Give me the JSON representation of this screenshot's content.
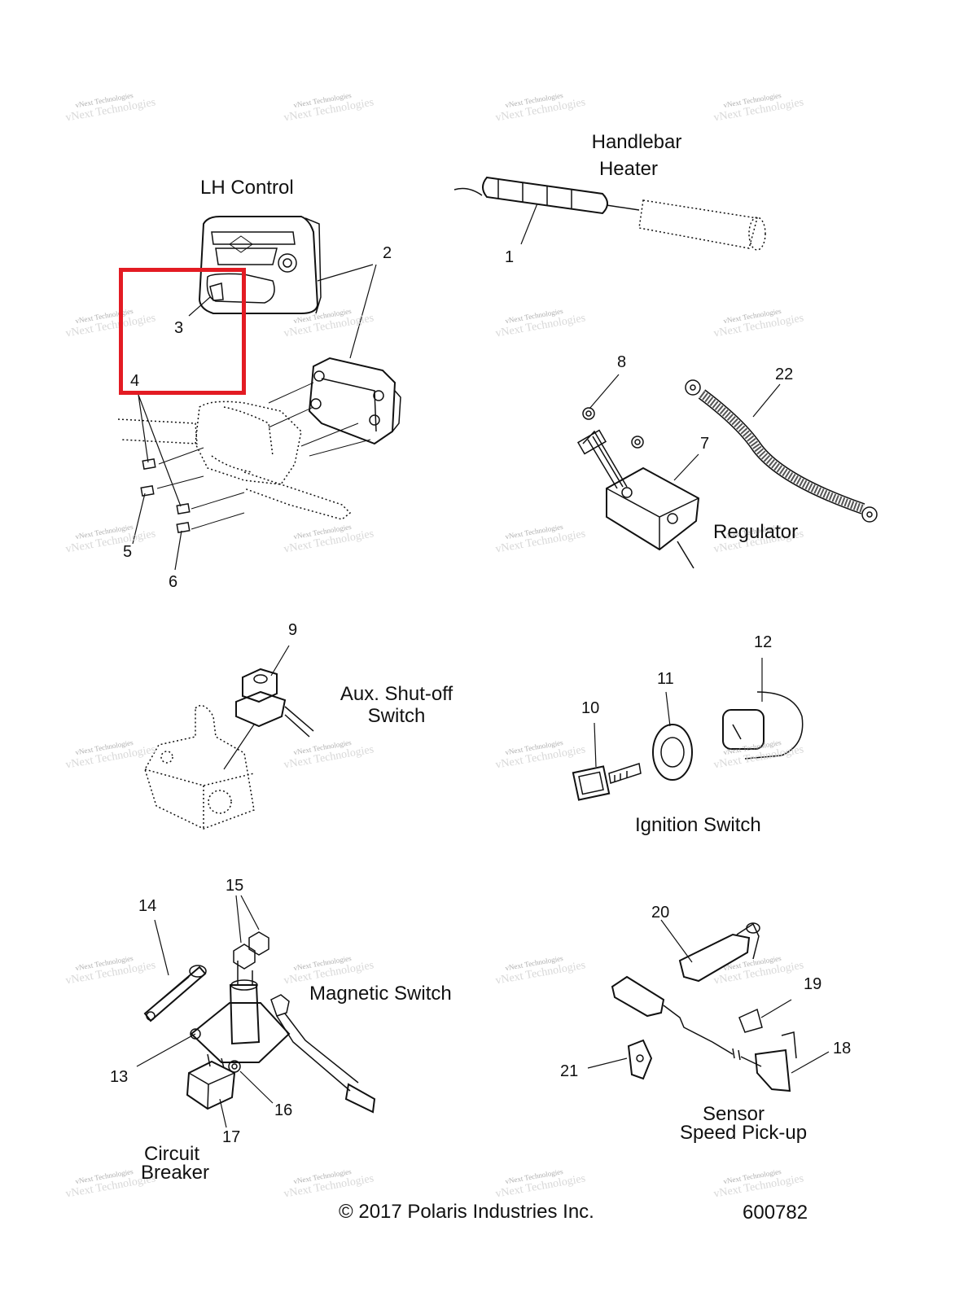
{
  "titles": {
    "lh_control": "LH Control",
    "handlebar_heater": [
      "Handlebar",
      "Heater"
    ],
    "regulator": "Regulator",
    "aux_shutoff": [
      "Aux. Shut-off",
      "Switch"
    ],
    "ignition_switch": "Ignition Switch",
    "magnetic_switch": "Magnetic Switch",
    "circuit_breaker": [
      "Circuit",
      "Breaker"
    ],
    "sensor_speed": [
      "Sensor",
      "Speed Pick-up"
    ]
  },
  "callouts": [
    "1",
    "2",
    "3",
    "4",
    "5",
    "6",
    "7",
    "8",
    "9",
    "10",
    "11",
    "12",
    "13",
    "14",
    "15",
    "16",
    "17",
    "18",
    "19",
    "20",
    "21",
    "22"
  ],
  "watermark": {
    "line1": "vNext Technologies",
    "line2": "vNext Technologies"
  },
  "footer": {
    "copyright": "© 2017 Polaris Industries Inc.",
    "drawing_number": "600782"
  },
  "highlight_color": "#e31b23"
}
